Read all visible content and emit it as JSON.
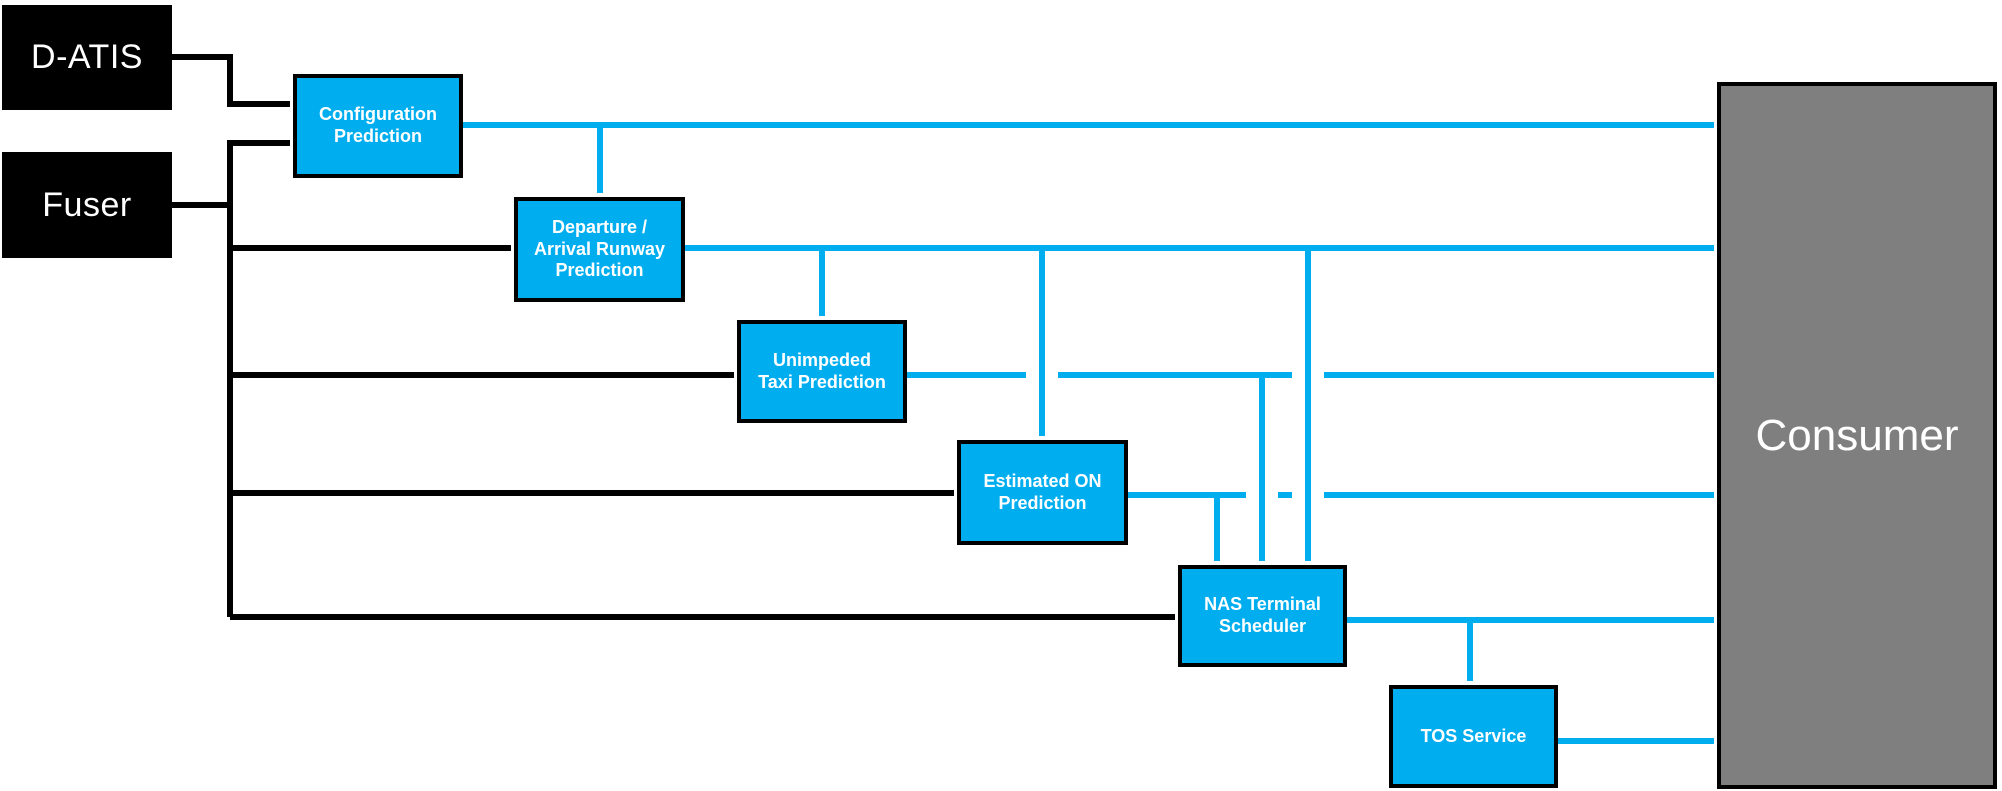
{
  "diagram": {
    "title": "",
    "colors": {
      "accent_blue": "#00AEF0",
      "node_black": "#000000",
      "consumer_gray": "#7F7F7F",
      "text_white": "#FFFFFF",
      "canvas_white": "#FFFFFF"
    },
    "nodes": {
      "d_atis": {
        "label": "D-ATIS",
        "type": "source"
      },
      "fuser": {
        "label": "Fuser",
        "type": "source"
      },
      "config": {
        "label": "Configuration\nPrediction",
        "type": "service"
      },
      "departure": {
        "label": "Departure /\nArrival Runway\nPrediction",
        "type": "service"
      },
      "unimpeded": {
        "label": "Unimpeded\nTaxi Prediction",
        "type": "service"
      },
      "estimated_on": {
        "label": "Estimated ON\nPrediction",
        "type": "service"
      },
      "nas": {
        "label": "NAS Terminal\nScheduler",
        "type": "service"
      },
      "tos": {
        "label": "TOS Service",
        "type": "service"
      },
      "consumer": {
        "label": "Consumer",
        "type": "consumer"
      }
    },
    "edges": [
      {
        "from": "d_atis",
        "to": "config",
        "color": "black"
      },
      {
        "from": "fuser",
        "to": "config",
        "color": "black"
      },
      {
        "from": "fuser",
        "to": "departure",
        "color": "black"
      },
      {
        "from": "fuser",
        "to": "unimpeded",
        "color": "black"
      },
      {
        "from": "fuser",
        "to": "estimated_on",
        "color": "black"
      },
      {
        "from": "fuser",
        "to": "nas",
        "color": "black"
      },
      {
        "from": "config",
        "to": "consumer",
        "color": "blue"
      },
      {
        "from": "config",
        "to": "departure",
        "color": "blue"
      },
      {
        "from": "departure",
        "to": "consumer",
        "color": "blue"
      },
      {
        "from": "departure",
        "to": "unimpeded",
        "color": "blue"
      },
      {
        "from": "departure",
        "to": "estimated_on",
        "color": "blue"
      },
      {
        "from": "departure",
        "to": "nas",
        "color": "blue"
      },
      {
        "from": "unimpeded",
        "to": "consumer",
        "color": "blue"
      },
      {
        "from": "unimpeded",
        "to": "nas",
        "color": "blue"
      },
      {
        "from": "estimated_on",
        "to": "consumer",
        "color": "blue"
      },
      {
        "from": "estimated_on",
        "to": "nas",
        "color": "blue"
      },
      {
        "from": "nas",
        "to": "consumer",
        "color": "blue"
      },
      {
        "from": "nas",
        "to": "tos",
        "color": "blue"
      },
      {
        "from": "tos",
        "to": "consumer",
        "color": "blue"
      }
    ]
  }
}
